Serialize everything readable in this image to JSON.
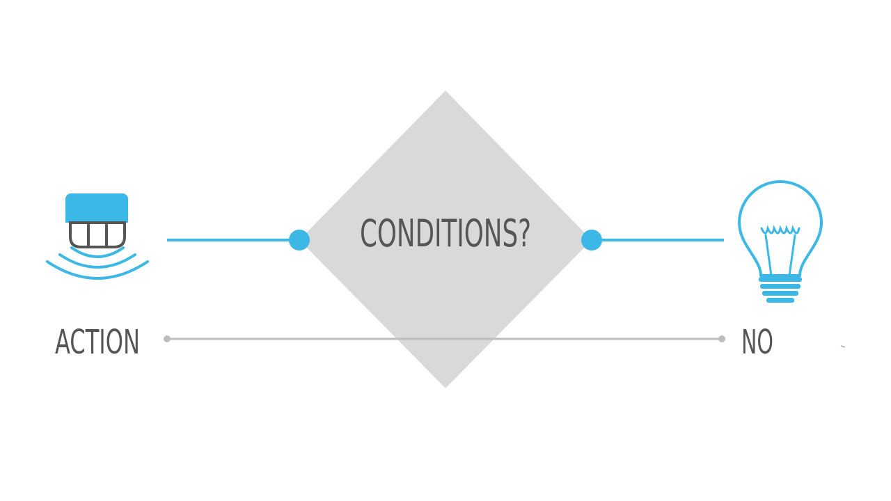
{
  "diagram": {
    "decision_label": "CONDITIONS?",
    "action_label": "ACTION",
    "outcome_label": "NO",
    "action_icon": "motion-sensor-icon",
    "outcome_icon": "light-bulb-icon"
  },
  "colors": {
    "accent": "#3bb8e6",
    "diamond": "#d9d9d9",
    "text": "#555555",
    "connector": "#bdbdbd",
    "background": "#ffffff"
  }
}
